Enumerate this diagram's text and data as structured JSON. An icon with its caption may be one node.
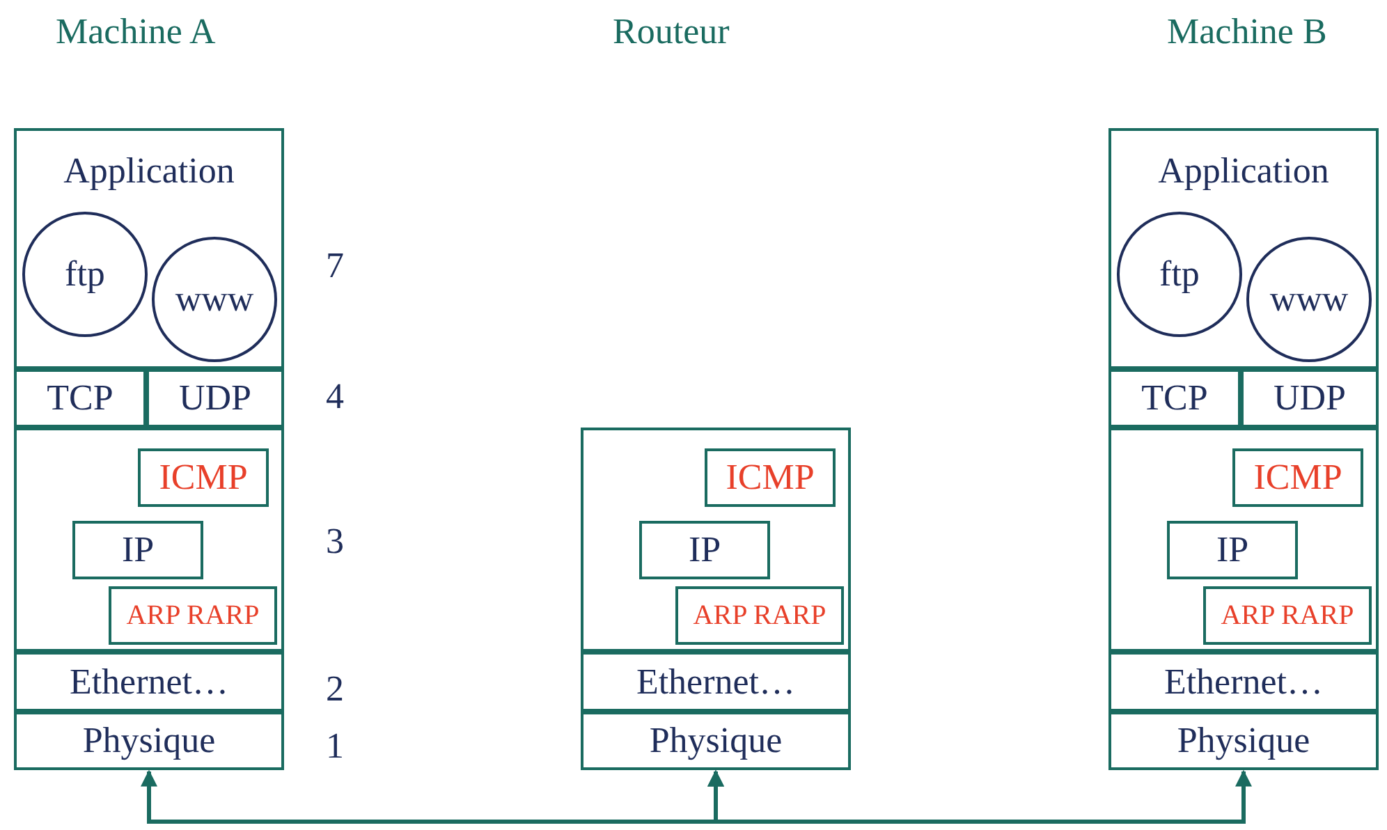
{
  "diagram": {
    "nodes": [
      {
        "text": [
          "Application"
        ]
      },
      {
        "text": [
          "ftp"
        ],
        "in": 0
      },
      {
        "text": [
          "www"
        ],
        "in": 0
      },
      {
        "text": [
          "TCP"
        ]
      },
      {
        "text": [
          "UDP"
        ]
      },
      {
        "text": [],
        "shape": "box"
      },
      {
        "text": [
          "ICMP"
        ],
        "in": 5
      },
      {
        "text": [
          "IP"
        ],
        "in": 5
      },
      {
        "text": [
          "ARP RARP"
        ],
        "in": 5
      },
      {
        "text": [
          "Ethernet…"
        ]
      },
      {
        "text": [
          "Physique"
        ]
      },
      {
        "text": [],
        "shape": "box"
      },
      {
        "text": [
          "ICMP"
        ],
        "in": 11
      },
      {
        "text": [
          "IP"
        ],
        "in": 11
      },
      {
        "text": [
          "ARP RARP"
        ],
        "in": 11
      },
      {
        "text": [
          "Ethernet…"
        ]
      },
      {
        "text": [
          "Physique"
        ]
      },
      {
        "text": [
          "Application"
        ]
      },
      {
        "text": [
          "ftp"
        ],
        "in": 17
      },
      {
        "text": [
          "www"
        ],
        "in": 17
      },
      {
        "text": [
          "TCP"
        ]
      },
      {
        "text": [
          "UDP"
        ]
      },
      {
        "text": [],
        "shape": "box"
      },
      {
        "text": [
          "ICMP"
        ],
        "in": 22
      },
      {
        "text": [
          "IP"
        ],
        "in": 22
      },
      {
        "text": [
          "ARP RARP"
        ],
        "in": 22
      },
      {
        "text": [
          "Ethernet…"
        ]
      },
      {
        "text": [
          "Physique"
        ]
      }
    ],
    "edges": [
      {
        "from": 10,
        "to": 16,
        "arrow": "both"
      },
      {
        "from": 16,
        "to": 27,
        "arrow": "both"
      }
    ],
    "labels": [
      "Machine A",
      "Routeur",
      "Machine B",
      "7",
      "4",
      "3",
      "2",
      "1"
    ]
  }
}
